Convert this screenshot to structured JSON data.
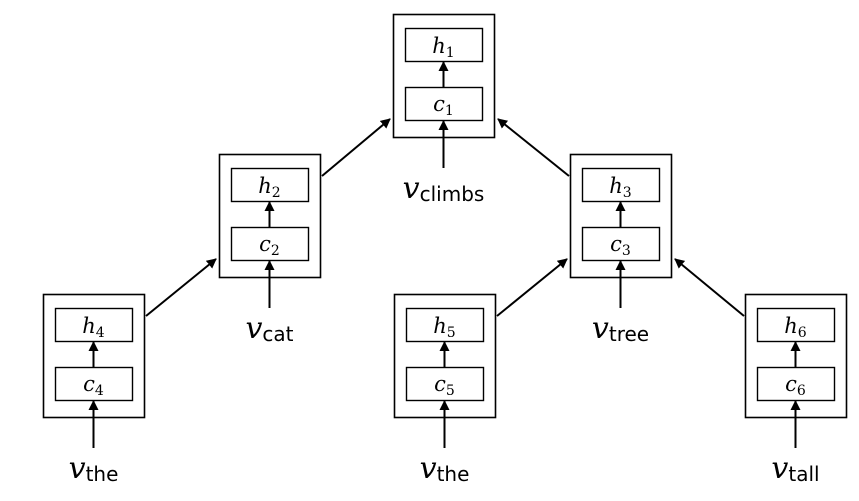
{
  "nodes": [
    {
      "id": "n1",
      "h": {
        "base": "h",
        "sub": "1"
      },
      "c": {
        "base": "c",
        "sub": "1"
      },
      "input": {
        "base": "v",
        "sub": "climbs"
      }
    },
    {
      "id": "n2",
      "h": {
        "base": "h",
        "sub": "2"
      },
      "c": {
        "base": "c",
        "sub": "2"
      },
      "input": {
        "base": "v",
        "sub": "cat"
      }
    },
    {
      "id": "n3",
      "h": {
        "base": "h",
        "sub": "3"
      },
      "c": {
        "base": "c",
        "sub": "3"
      },
      "input": {
        "base": "v",
        "sub": "tree"
      }
    },
    {
      "id": "n4",
      "h": {
        "base": "h",
        "sub": "4"
      },
      "c": {
        "base": "c",
        "sub": "4"
      },
      "input": {
        "base": "v",
        "sub": "the"
      }
    },
    {
      "id": "n5",
      "h": {
        "base": "h",
        "sub": "5"
      },
      "c": {
        "base": "c",
        "sub": "5"
      },
      "input": {
        "base": "v",
        "sub": "the"
      }
    },
    {
      "id": "n6",
      "h": {
        "base": "h",
        "sub": "6"
      },
      "c": {
        "base": "c",
        "sub": "6"
      },
      "input": {
        "base": "v",
        "sub": "tall"
      }
    }
  ],
  "edges": [
    {
      "from": "n4",
      "to": "n2"
    },
    {
      "from": "n2",
      "to": "n1"
    },
    {
      "from": "n3",
      "to": "n1"
    },
    {
      "from": "n5",
      "to": "n3"
    },
    {
      "from": "n6",
      "to": "n3"
    }
  ]
}
